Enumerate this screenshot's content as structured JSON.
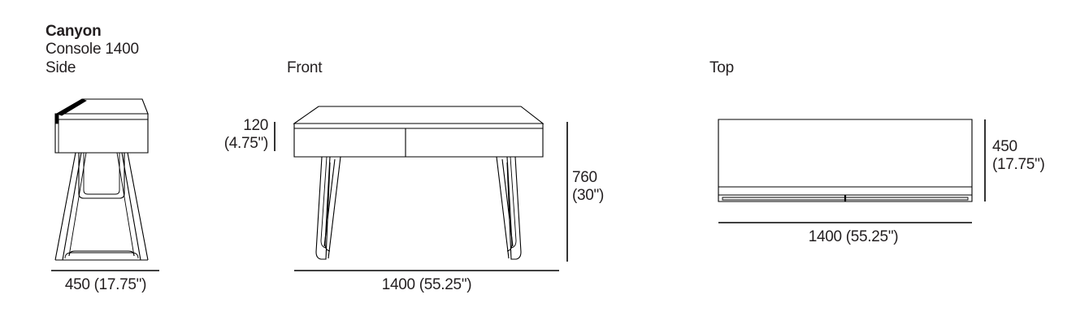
{
  "sheet": {
    "background": "#ffffff",
    "line_color": "#000000",
    "text_color": "#231f20"
  },
  "title_block": {
    "product_name": "Canyon",
    "product_model": "Console 1400"
  },
  "views": [
    {
      "key": "side",
      "label": "Side"
    },
    {
      "key": "front",
      "label": "Front"
    },
    {
      "key": "top",
      "label": "Top"
    }
  ],
  "dimensions": {
    "side_width": {
      "metric": "450",
      "imperial": "(17.75\")",
      "combined": "450 (17.75\")"
    },
    "front_top_thickness": {
      "metric": "120",
      "imperial": "(4.75\")"
    },
    "front_height": {
      "metric": "760",
      "imperial": "(30\")"
    },
    "front_width": {
      "metric": "1400",
      "imperial": "(55.25\")",
      "combined": "1400 (55.25\")"
    },
    "top_depth": {
      "metric": "450",
      "imperial": "(17.75\")"
    },
    "top_width": {
      "metric": "1400",
      "imperial": "(55.25\")",
      "combined": "1400 (55.25\")"
    }
  },
  "drawing": {
    "type": "technical-orthographic-projection",
    "units": "mm (inches)",
    "object": "console table with tapered splayed legs and two-section apron"
  }
}
